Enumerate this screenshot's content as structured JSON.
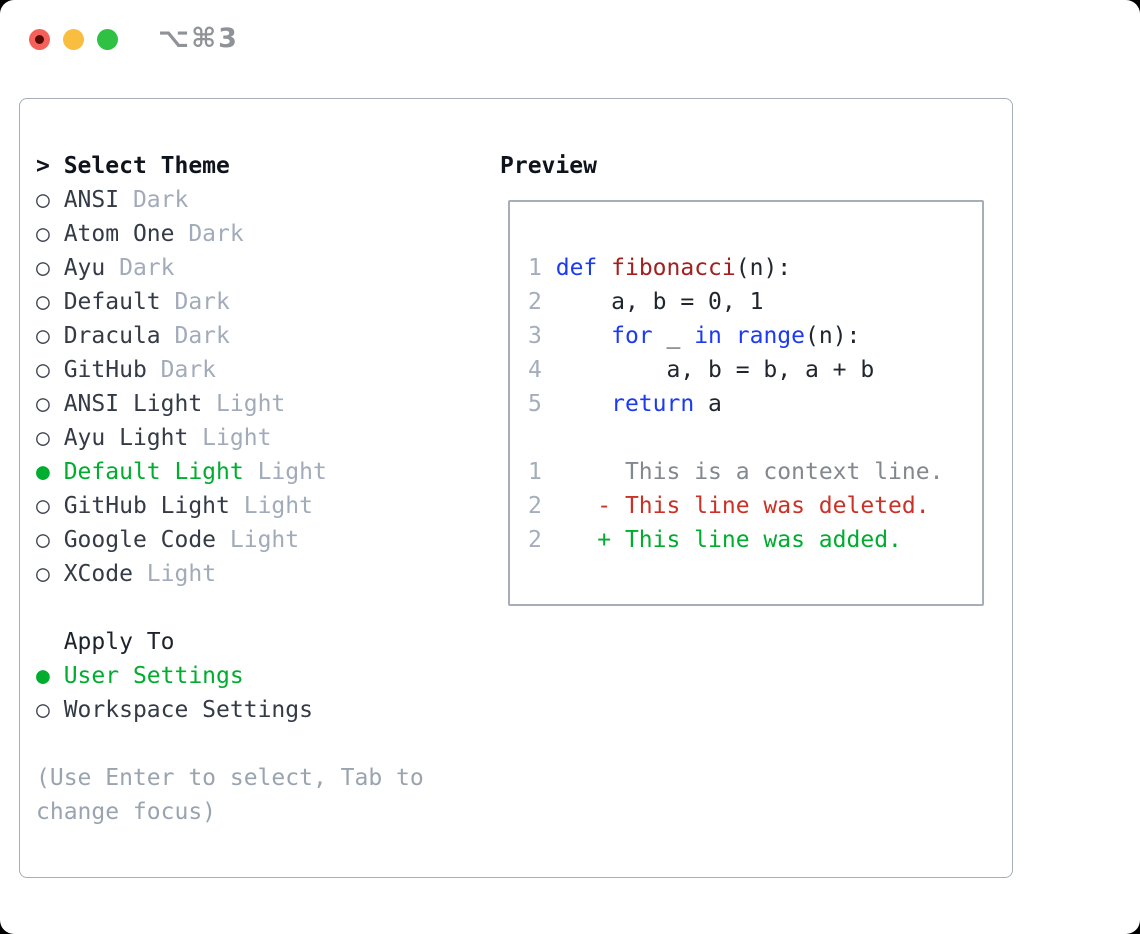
{
  "window": {
    "shortcut_label": "⌥⌘3",
    "traffic_lights": [
      {
        "name": "close",
        "color": "#f4615b"
      },
      {
        "name": "minimize",
        "color": "#f9bd3f"
      },
      {
        "name": "zoom",
        "color": "#2fc144"
      }
    ]
  },
  "theme_picker": {
    "header": {
      "marker": ">",
      "label": "Select Theme"
    },
    "markers": {
      "unselected": "○",
      "selected": "●"
    },
    "items": [
      {
        "name": "ANSI",
        "tag": "Dark",
        "selected": false
      },
      {
        "name": "Atom One",
        "tag": "Dark",
        "selected": false
      },
      {
        "name": "Ayu",
        "tag": "Dark",
        "selected": false
      },
      {
        "name": "Default",
        "tag": "Dark",
        "selected": false
      },
      {
        "name": "Dracula",
        "tag": "Dark",
        "selected": false
      },
      {
        "name": "GitHub",
        "tag": "Dark",
        "selected": false
      },
      {
        "name": "ANSI Light",
        "tag": "Light",
        "selected": false
      },
      {
        "name": "Ayu Light",
        "tag": "Light",
        "selected": false
      },
      {
        "name": "Default Light",
        "tag": "Light",
        "selected": true
      },
      {
        "name": "GitHub Light",
        "tag": "Light",
        "selected": false
      },
      {
        "name": "Google Code",
        "tag": "Light",
        "selected": false
      },
      {
        "name": "XCode",
        "tag": "Light",
        "selected": false
      }
    ],
    "apply_to": {
      "header": "Apply To",
      "options": [
        {
          "label": "User Settings",
          "selected": true
        },
        {
          "label": "Workspace Settings",
          "selected": false
        }
      ]
    },
    "help_lines": [
      "(Use Enter to select, Tab to",
      "change focus)"
    ]
  },
  "preview": {
    "title": "Preview",
    "lines": [
      {
        "segments": [
          [
            "1",
            "gutter"
          ],
          [
            " ",
            "plain"
          ],
          [
            "def",
            "keyword"
          ],
          [
            " ",
            "plain"
          ],
          [
            "fibonacci",
            "function"
          ],
          [
            "(n):",
            "plain"
          ]
        ]
      },
      {
        "segments": [
          [
            "2",
            "gutter"
          ],
          [
            "     a, b = 0, 1",
            "plain"
          ]
        ]
      },
      {
        "segments": [
          [
            "3",
            "gutter"
          ],
          [
            "     ",
            "plain"
          ],
          [
            "for",
            "keyword"
          ],
          [
            " _ ",
            "plain"
          ],
          [
            "in",
            "keyword"
          ],
          [
            " ",
            "plain"
          ],
          [
            "range",
            "keyword"
          ],
          [
            "(n):",
            "plain"
          ]
        ]
      },
      {
        "segments": [
          [
            "4",
            "gutter"
          ],
          [
            "         a, b = b, a + b",
            "plain"
          ]
        ]
      },
      {
        "segments": [
          [
            "5",
            "gutter"
          ],
          [
            "     ",
            "plain"
          ],
          [
            "return",
            "keyword"
          ],
          [
            " a",
            "plain"
          ]
        ]
      },
      {
        "segments": []
      },
      {
        "segments": [
          [
            "1",
            "gutter"
          ],
          [
            "      ",
            "plain"
          ],
          [
            "This is a context line.",
            "context"
          ]
        ]
      },
      {
        "segments": [
          [
            "2",
            "gutter"
          ],
          [
            "    ",
            "plain"
          ],
          [
            "- This line was deleted.",
            "deleted"
          ]
        ]
      },
      {
        "segments": [
          [
            "2",
            "gutter"
          ],
          [
            "    ",
            "plain"
          ],
          [
            "+ This line was added.",
            "added"
          ]
        ]
      }
    ]
  },
  "colors": {
    "selected_green": "#00ad2f",
    "added": "#00ad2f",
    "deleted": "#cb3227",
    "keyword": "#1b3af2",
    "function": "#a32020",
    "context": "#83888f",
    "gutter": "#a4adbc",
    "plain": "#20262f",
    "muted_tag": "#a2abba",
    "help_gray": "#9aa4b0",
    "border_gray": "#a6aeba"
  }
}
